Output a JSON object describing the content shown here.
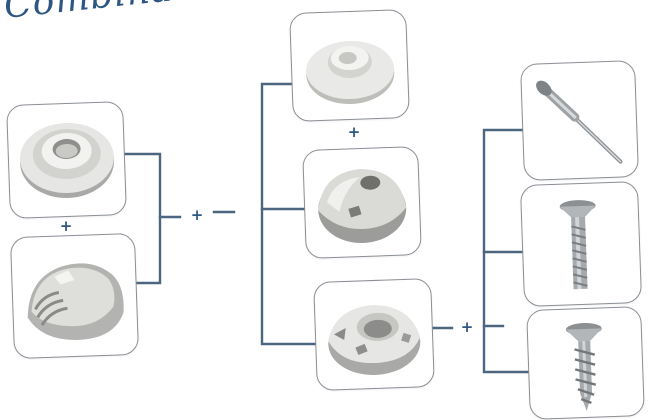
{
  "heading": "Combinatie",
  "plus_symbol": "+",
  "colors": {
    "connector": "#4d6680",
    "plus": "#2d5683",
    "card_border": "#8a8f95",
    "part_light": "#e6e6e4",
    "part_shadow": "#a9aaa7",
    "metal": "#b9bcbf"
  },
  "cards": [
    {
      "part": "grommet-ring-part"
    },
    {
      "part": "ventilator-cover-part"
    },
    {
      "part": "washer-cap-part"
    },
    {
      "part": "dome-base-part"
    },
    {
      "part": "round-socket-part"
    },
    {
      "part": "blind-rivet-part"
    },
    {
      "part": "machine-screw-part"
    },
    {
      "part": "wood-screw-part"
    }
  ]
}
